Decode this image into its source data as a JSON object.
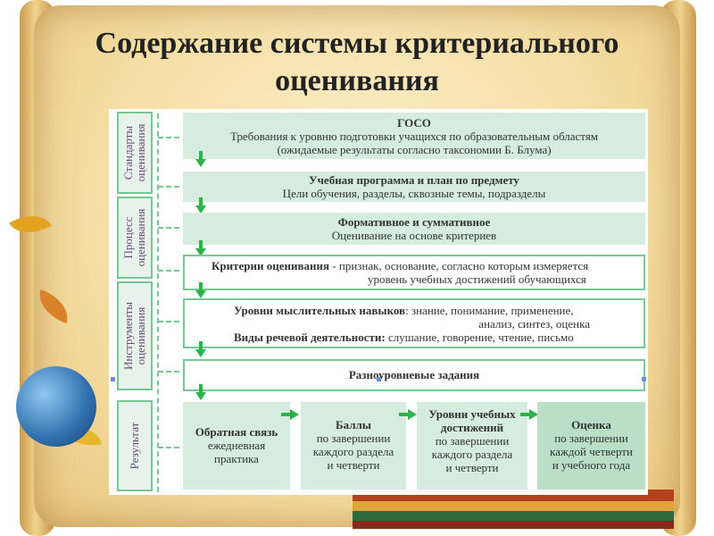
{
  "title": {
    "line1": "Содержание системы критериального",
    "line2": "оценивания"
  },
  "side_labels": {
    "standards": {
      "line1": "Стандарты",
      "line2": "оценивания"
    },
    "process": {
      "line1": "Процесс",
      "line2": "оценивания"
    },
    "tools": {
      "line1": "Инструменты",
      "line2": "оценивания"
    },
    "result": {
      "line1": "Результат"
    }
  },
  "boxes": {
    "goso": {
      "heading": "ГОСО",
      "line1": "Требования к уровню подготовки учащихся по образовательным областям",
      "line2": "(ожидаемые результаты согласно таксономии Б. Блума)"
    },
    "program": {
      "heading": "Учебная программа и план по предмету",
      "line1": "Цели обучения, разделы, сквозные темы, подразделы"
    },
    "formative": {
      "heading": "Формативное и суммативное",
      "line1": "Оценивание на основе критериев"
    },
    "criteria": {
      "heading": "Критерии оценивания",
      "line1": " - признак, основание, согласно которым измеряется",
      "line2": "уровень учебных достижений обучающихся"
    },
    "levels": {
      "heading1": "Уровни мыслительных навыков",
      "text1a": ": знание, понимание, применение,",
      "text1b": "анализ, синтез, оценка",
      "heading2": "Виды речевой деятельности:",
      "text2": " слушание, говорение, чтение, письмо"
    },
    "tasks": {
      "heading": "Разноуровневые задания"
    },
    "feedback": {
      "heading": "Обратная связь",
      "line1": "ежедневная",
      "line2": "практика"
    },
    "points": {
      "heading": "Баллы",
      "line1": "по завершении",
      "line2": "каждого раздела",
      "line3": "и четверти"
    },
    "achievements": {
      "heading1": "Уровни учебных",
      "heading2": "достижений",
      "line1": "по завершении",
      "line2": "каждого раздела",
      "line3": "и четверти"
    },
    "grade": {
      "heading": "Оценка",
      "line1": "по завершении",
      "line2": "каждой четверти",
      "line3": "и учебного года"
    }
  },
  "colors": {
    "box_fill": "#d6ecde",
    "border": "#7ac796",
    "arrow": "#29b34a",
    "grade_fill": "#b9dfc6",
    "side_text": "#6a4a7a"
  }
}
